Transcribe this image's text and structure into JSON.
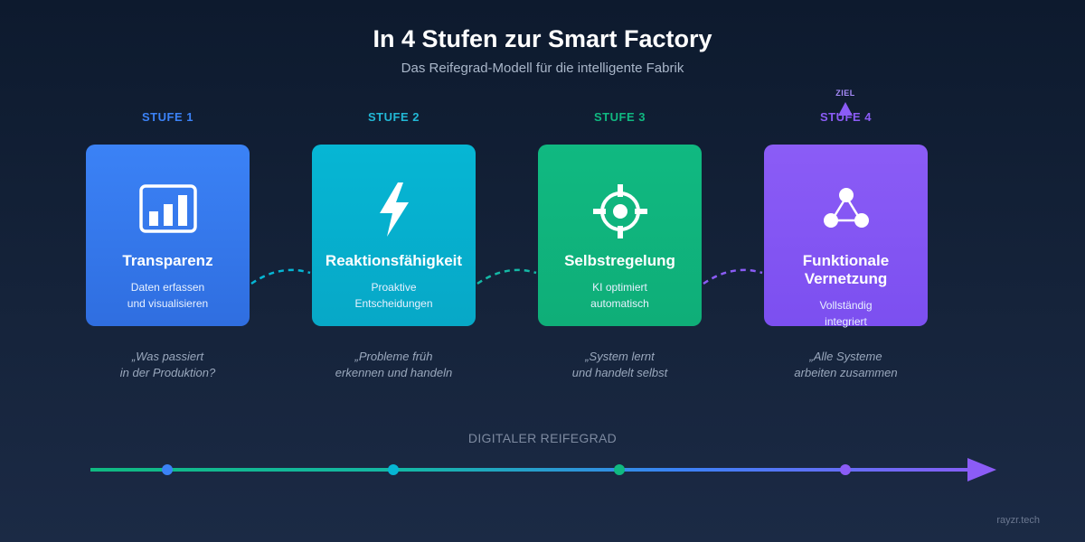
{
  "header": {
    "title": "In 4 Stufen zur Smart Factory",
    "subtitle": "Das Reifegrad-Modell für die intelligente Fabrik"
  },
  "goal_marker": {
    "label": "ZIEL"
  },
  "stages": [
    {
      "label": "STUFE 1",
      "title": "Transparenz",
      "desc_lines": [
        "Daten erfassen",
        "und visualisieren"
      ],
      "quote_lines": [
        "„Was passiert",
        "in der Produktion?"
      ],
      "icon": "bar-chart-icon",
      "color": "#3b82f6",
      "label_color": "#3b82f6"
    },
    {
      "label": "STUFE 2",
      "title": "Reaktionsfähigkeit",
      "desc_lines": [
        "Proaktive",
        "Entscheidungen"
      ],
      "quote_lines": [
        "„Probleme früh",
        "erkennen und handeln"
      ],
      "icon": "lightning-icon",
      "color": "#06b6d4",
      "label_color": "#22b8d6"
    },
    {
      "label": "STUFE 3",
      "title": "Selbstregelung",
      "desc_lines": [
        "KI optimiert",
        "automatisch"
      ],
      "quote_lines": [
        "„System lernt",
        "und handelt selbst"
      ],
      "icon": "crosshair-icon",
      "color": "#10b981",
      "label_color": "#10b981"
    },
    {
      "label": "STUFE 4",
      "title_lines": [
        "Funktionale",
        "Vernetzung"
      ],
      "desc_lines": [
        "Vollständig",
        "integriert"
      ],
      "quote_lines": [
        "„Alle Systeme",
        "arbeiten zusammen"
      ],
      "icon": "network-icon",
      "color": "#8b5cf6",
      "label_color": "#8b5cf6"
    }
  ],
  "axis": {
    "label": "DIGITALER REIFEGRAD"
  },
  "footer": {
    "brand": "rayzr.tech"
  }
}
